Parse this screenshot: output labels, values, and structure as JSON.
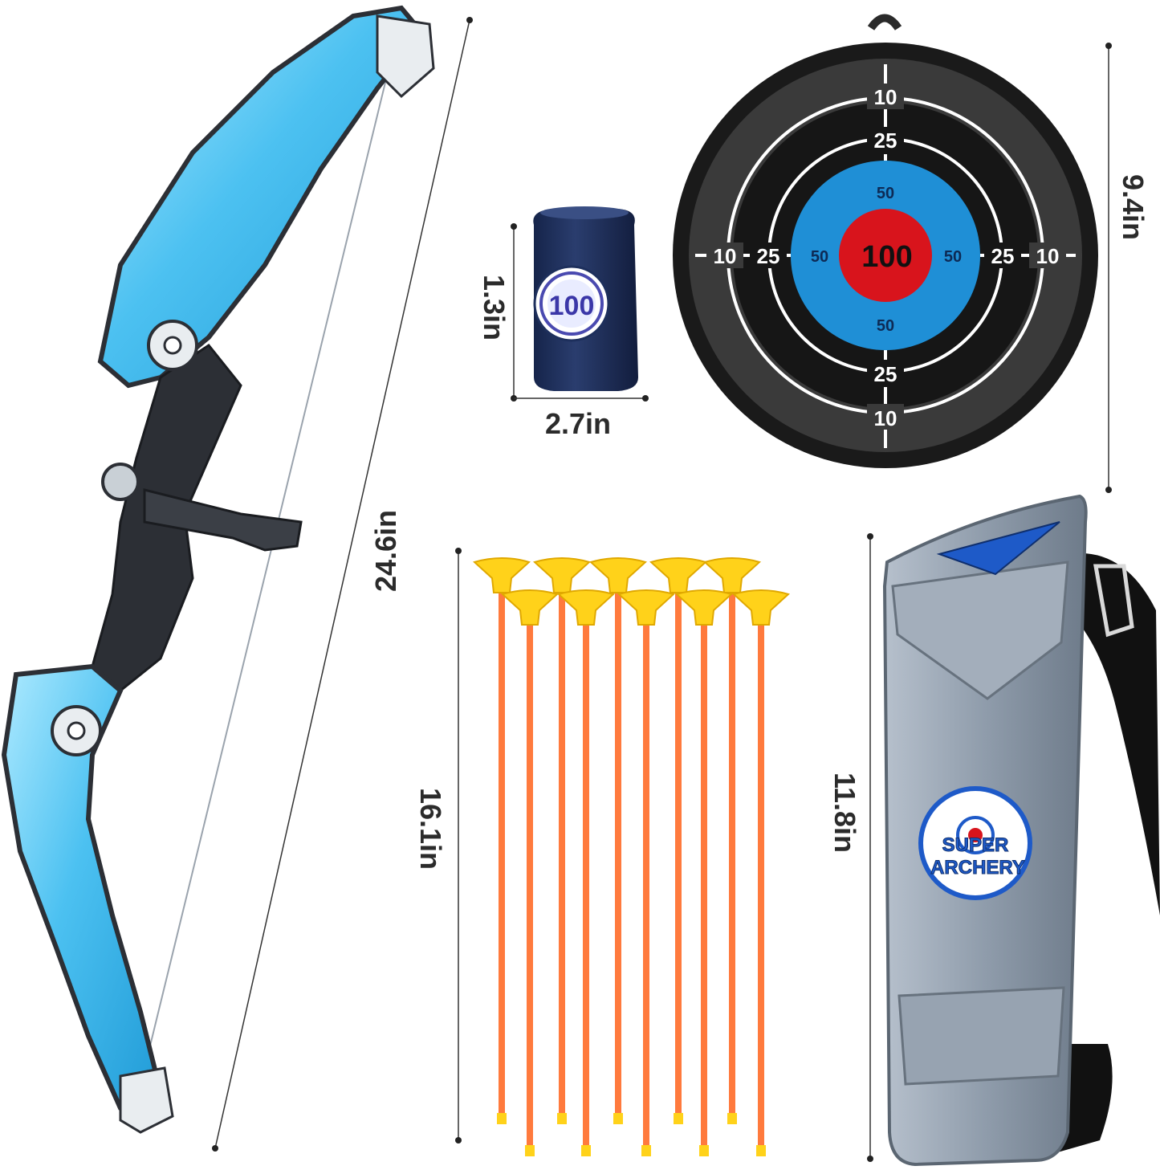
{
  "dimensions": {
    "bow_length": "24.6in",
    "target_diameter": "9.4in",
    "can_height": "1.3in",
    "can_width": "2.7in",
    "arrow_length": "16.1in",
    "quiver_length": "11.8in"
  },
  "target": {
    "rings": {
      "outer": "10",
      "middle": "25",
      "inner": "50",
      "center": "100"
    },
    "colors": {
      "outer": "#3a3a3a",
      "middle": "#161616",
      "inner": "#1f8fd6",
      "center": "#d8141c",
      "rim": "#1a1a1a"
    }
  },
  "can": {
    "label": "100",
    "color": "#1d2f5c"
  },
  "quiver": {
    "logo_line1": "SUPER",
    "logo_line2": "ARCHERY",
    "color": "#8c99a8"
  },
  "arrows": {
    "count": 10,
    "shaft_color": "#ff7a3d",
    "tip_color": "#ffd21a"
  },
  "bow": {
    "limb_color": "#5cc8f2",
    "riser_color": "#2c2f35"
  }
}
